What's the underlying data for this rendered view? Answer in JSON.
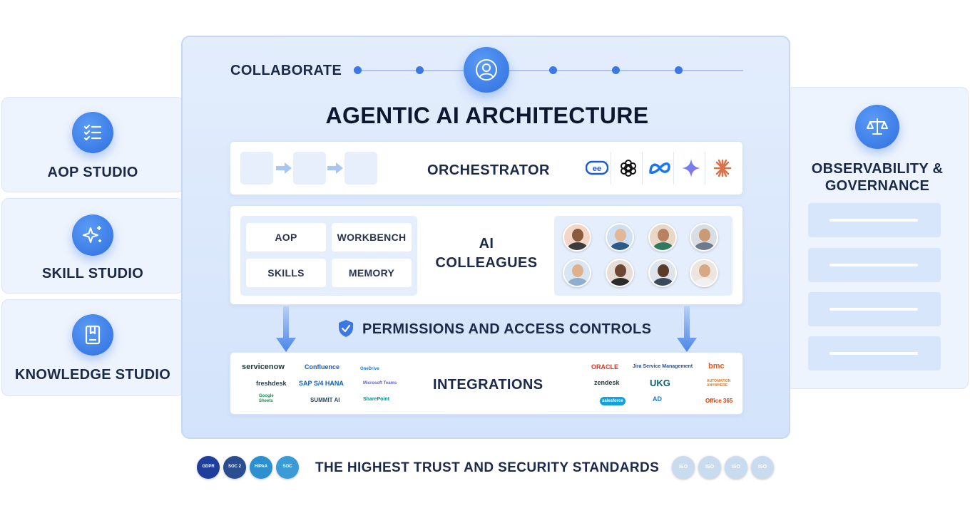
{
  "left_studios": [
    {
      "label": "AOP STUDIO",
      "icon": "checklist-icon"
    },
    {
      "label": "SKILL STUDIO",
      "icon": "sparkle-icon"
    },
    {
      "label": "KNOWLEDGE STUDIO",
      "icon": "book-icon"
    }
  ],
  "right_panel": {
    "title_line1": "OBSERVABILITY &",
    "title_line2": "GOVERNANCE",
    "icon": "scale-icon"
  },
  "main": {
    "collaborate": "COLLABORATE",
    "title": "AGENTIC AI ARCHITECTURE",
    "orchestrator": "ORCHESTRATOR",
    "llm_logos": [
      "kore-logo",
      "openai-logo",
      "meta-logo",
      "gemini-logo",
      "anthropic-logo"
    ],
    "capabilities": [
      "AOP",
      "WORKBENCH",
      "SKILLS",
      "MEMORY"
    ],
    "colleagues_line1": "AI",
    "colleagues_line2": "COLLEAGUES",
    "permissions": "PERMISSIONS AND ACCESS CONTROLS",
    "integrations_label": "INTEGRATIONS",
    "integrations": {
      "servicenow": "servicenow",
      "confluence": "Confluence",
      "onedrive": "OneDrive",
      "freshdesk": "freshdesk",
      "saphana": "SAP S/4 HANA",
      "msteams": "Microsoft Teams",
      "gsheets": "Google Sheets",
      "summitai": "SUMMIT AI",
      "sharepoint": "SharePoint",
      "oracle": "ORACLE",
      "jira": "Jira Service Management",
      "bmc": "bmc",
      "zendesk": "zendesk",
      "ukg": "UKG",
      "automation": "AUTOMATION ANYWHERE",
      "salesforce": "salesforce",
      "ad": "AD",
      "office365": "Office 365"
    }
  },
  "footer": {
    "text": "THE HIGHEST TRUST AND SECURITY STANDARDS",
    "left_badges": [
      {
        "label": "GDPR",
        "color": "#1f3e9c"
      },
      {
        "label": "SOC 2",
        "color": "#2a4d8f"
      },
      {
        "label": "HIPAA",
        "color": "#2b8fd0"
      },
      {
        "label": "SOC",
        "color": "#3a9bd6"
      }
    ],
    "right_badges": [
      {
        "label": "ISO",
        "color": "#c9dcef"
      },
      {
        "label": "ISO",
        "color": "#c9dcef"
      },
      {
        "label": "ISO",
        "color": "#c9dcef"
      },
      {
        "label": "ISO",
        "color": "#c9dcef"
      }
    ]
  },
  "colors": {
    "accent": "#2e6fe0",
    "text": "#1c2a4a",
    "panel": "#e3edfc"
  }
}
